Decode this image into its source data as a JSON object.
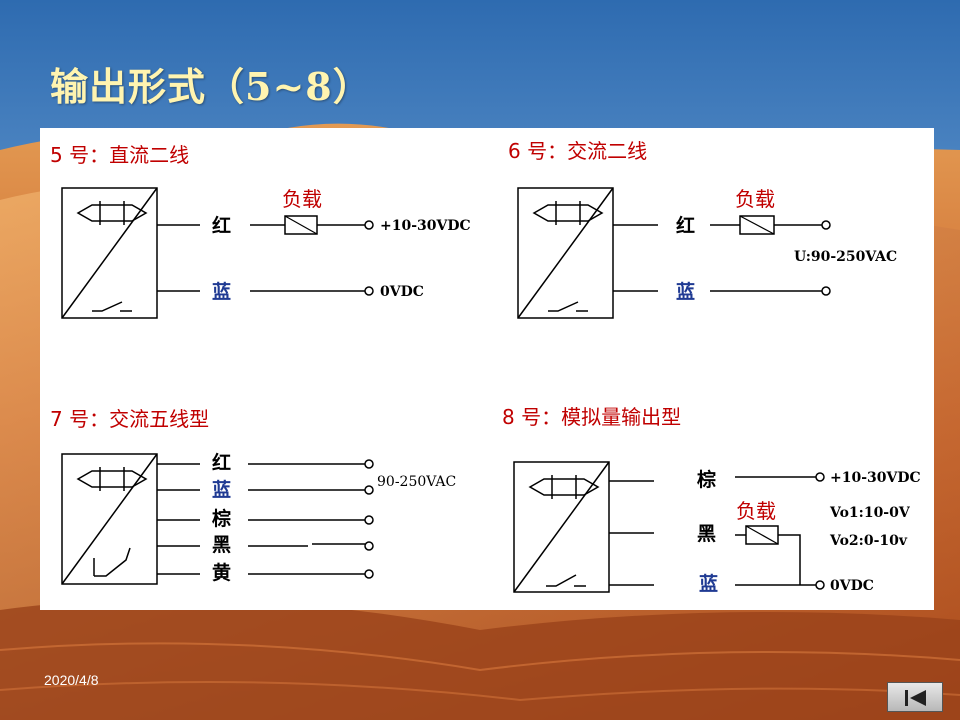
{
  "slide": {
    "title": "输出形式（5~8）",
    "date": "2020/4/8"
  },
  "colors": {
    "title": "#FFF4B0",
    "heading": "#C00000",
    "blue_wire": "#1F3A93",
    "panel": "#FFFFFF"
  },
  "diagrams": {
    "d5": {
      "heading": "5 号：直流二线",
      "wires": [
        "红",
        "蓝"
      ],
      "load": "负载",
      "terminals": [
        "+10-30VDC",
        "0VDC"
      ]
    },
    "d6": {
      "heading": "6 号：交流二线",
      "wires": [
        "红",
        "蓝"
      ],
      "load": "负载",
      "supply": "U:90-250VAC"
    },
    "d7": {
      "heading": "7 号：交流五线型",
      "wires": [
        "红",
        "蓝",
        "棕",
        "黑",
        "黄"
      ],
      "supply": "90-250VAC"
    },
    "d8": {
      "heading": "8 号：模拟量输出型",
      "wires": [
        "棕",
        "黑",
        "蓝"
      ],
      "load": "负载",
      "terminals": [
        "+10-30VDC",
        "0VDC"
      ],
      "outputs": [
        "Vo1:10-0V",
        "Vo2:0-10v"
      ]
    }
  },
  "nav": {
    "icon": "skip-back-icon"
  }
}
